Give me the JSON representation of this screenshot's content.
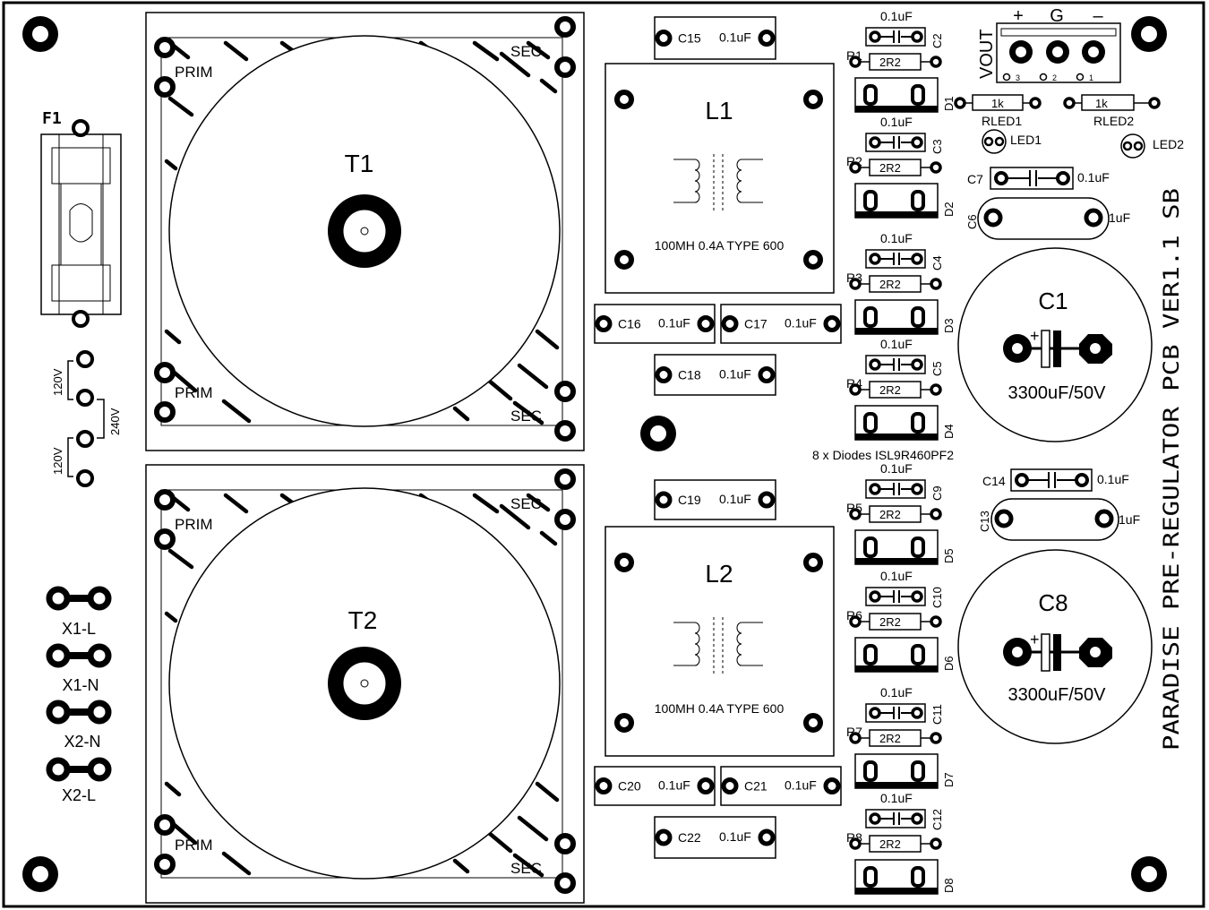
{
  "board_title": "PARADISE PRE-REGULATOR PCB VER1.1 SB",
  "fuse": {
    "ref": "F1"
  },
  "voltage_labels": {
    "upper_120": "120V",
    "lower_120": "120V",
    "dual_240": "240V"
  },
  "terminals": [
    "X1-L",
    "X1-N",
    "X2-N",
    "X2-L"
  ],
  "transformers": [
    {
      "ref": "T1",
      "prim_top": "PRIM",
      "prim_bottom": "PRIM",
      "sec_top": "SEC",
      "sec_bottom": "SEC"
    },
    {
      "ref": "T2",
      "prim_top": "PRIM",
      "prim_bottom": "PRIM",
      "sec_top": "SEC",
      "sec_bottom": "SEC"
    }
  ],
  "inductors": [
    {
      "ref": "L1",
      "spec": "100MH 0.4A TYPE 600"
    },
    {
      "ref": "L2",
      "spec": "100MH 0.4A TYPE 600"
    }
  ],
  "caps_film": [
    {
      "ref": "C15",
      "value": "0.1uF"
    },
    {
      "ref": "C16",
      "value": "0.1uF"
    },
    {
      "ref": "C17",
      "value": "0.1uF"
    },
    {
      "ref": "C18",
      "value": "0.1uF"
    },
    {
      "ref": "C19",
      "value": "0.1uF"
    },
    {
      "ref": "C20",
      "value": "0.1uF"
    },
    {
      "ref": "C21",
      "value": "0.1uF"
    },
    {
      "ref": "C22",
      "value": "0.1uF"
    }
  ],
  "diode_stages": [
    {
      "cap": "C2",
      "cap_value": "0.1uF",
      "res": "R1",
      "res_value": "2R2",
      "diode": "D1"
    },
    {
      "cap": "C3",
      "cap_value": "0.1uF",
      "res": "R2",
      "res_value": "2R2",
      "diode": "D2"
    },
    {
      "cap": "C4",
      "cap_value": "0.1uF",
      "res": "R3",
      "res_value": "2R2",
      "diode": "D3"
    },
    {
      "cap": "C5",
      "cap_value": "0.1uF",
      "res": "R4",
      "res_value": "2R2",
      "diode": "D4"
    },
    {
      "cap": "C9",
      "cap_value": "0.1uF",
      "res": "R5",
      "res_value": "2R2",
      "diode": "D5"
    },
    {
      "cap": "C10",
      "cap_value": "0.1uF",
      "res": "R6",
      "res_value": "2R2",
      "diode": "D6"
    },
    {
      "cap": "C11",
      "cap_value": "0.1uF",
      "res": "R7",
      "res_value": "2R2",
      "diode": "D7"
    },
    {
      "cap": "C12",
      "cap_value": "0.1uF",
      "res": "R8",
      "res_value": "2R2",
      "diode": "D8"
    }
  ],
  "diodes_note": "8 x Diodes  ISL9R460PF2",
  "output": {
    "label": "VOUT",
    "plus": "+",
    "ground": "G",
    "minus": "–",
    "pin3": "3",
    "pin2": "2",
    "pin1": "1"
  },
  "leds": [
    {
      "res_ref": "RLED1",
      "res_value": "1k",
      "led_ref": "LED1"
    },
    {
      "res_ref": "RLED2",
      "res_value": "1k",
      "led_ref": "LED2"
    }
  ],
  "small_caps": [
    {
      "ref": "C7",
      "value": "0.1uF"
    },
    {
      "ref": "C14",
      "value": "0.1uF"
    }
  ],
  "oval_caps": [
    {
      "ref": "C6",
      "value": "1uF"
    },
    {
      "ref": "C13",
      "value": "1uF"
    }
  ],
  "electrolytics": [
    {
      "ref": "C1",
      "value": "3300uF/50V",
      "polarity": "+"
    },
    {
      "ref": "C8",
      "value": "3300uF/50V",
      "polarity": "+"
    }
  ]
}
